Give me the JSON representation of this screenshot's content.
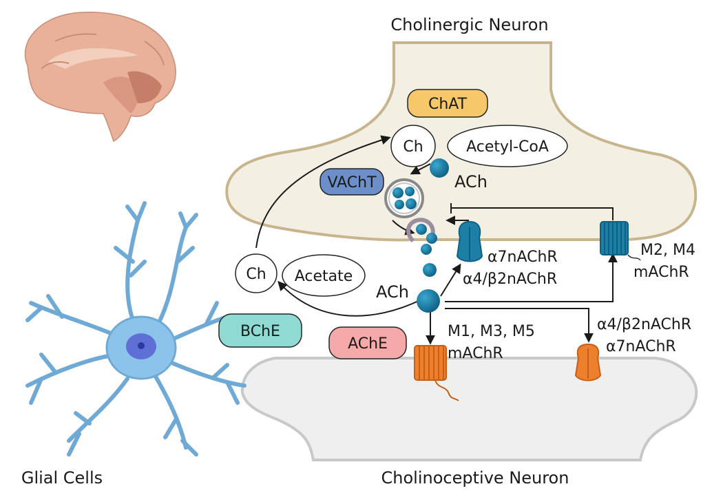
{
  "titles": {
    "presynaptic": "Cholinergic Neuron",
    "postsynaptic": "Cholinoceptive Neuron",
    "glia": "Glial Cells"
  },
  "molecules": {
    "chat": "ChAT",
    "choline": "Ch",
    "acetyl_coa": "Acetyl-CoA",
    "vacht": "VAChT",
    "ach_top": "ACh",
    "ach_cleft": "ACh",
    "choline_cleft": "Ch",
    "acetate": "Acetate",
    "bche": "BChE",
    "ache": "AChE"
  },
  "receptors": {
    "presyn_nicotinic_line1": "α7nAChR",
    "presyn_nicotinic_line2": "α4/β2nAChR",
    "presyn_muscarinic_line1": "M2, M4",
    "presyn_muscarinic_line2": "mAChR",
    "postsyn_muscarinic_line1": "M1, M3, M5",
    "postsyn_muscarinic_line2": "mAChR",
    "postsyn_nicotinic_line1": "α4/β2nAChR",
    "postsyn_nicotinic_line2": "α7nAChR"
  },
  "colors": {
    "chat_fill": "#f6c86a",
    "vacht_fill": "#6d8fc9",
    "bche_fill": "#8fdad3",
    "ache_fill": "#f6a9a9",
    "ach_blue": "#1e7fa6",
    "post_receptor_orange": "#ee7f2d",
    "glia_blue": "#8cc3ea",
    "neuron_fill": "#f3efe2",
    "neuron_outline": "#c8b58d",
    "postsyn_fill": "#efefef"
  }
}
